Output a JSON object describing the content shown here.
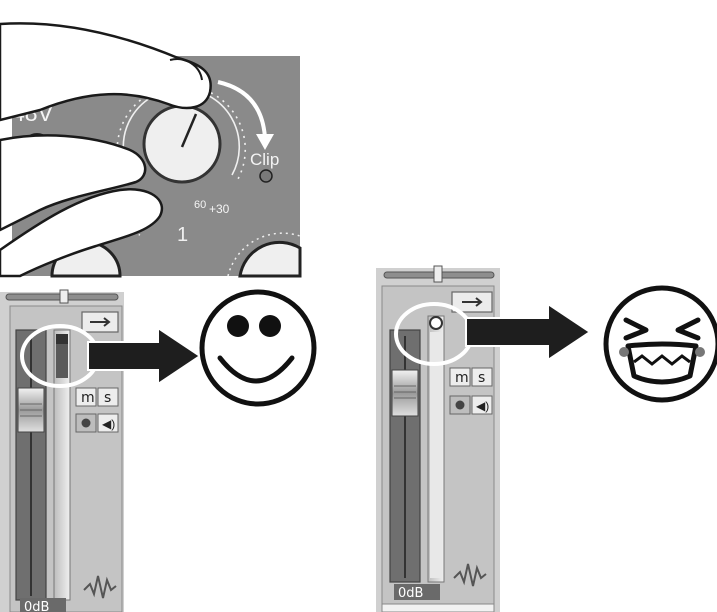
{
  "interface_panel": {
    "phantom_label": "48V",
    "clip_label": "Clip",
    "gain_min_label": "60",
    "gain_max_label": "+30",
    "channel_number": "1"
  },
  "mixer_good": {
    "mute_label": "m",
    "solo_label": "s",
    "level_readout": "0dB",
    "outcome_icon": "smiley-happy-icon"
  },
  "mixer_bad": {
    "mute_label": "m",
    "solo_label": "s",
    "level_readout": "0dB",
    "outcome_icon": "smiley-distressed-icon"
  },
  "colors": {
    "panel_grey": "#8a8a8a",
    "arrow": "#222222",
    "fader_bg": "#d0d0d0"
  }
}
